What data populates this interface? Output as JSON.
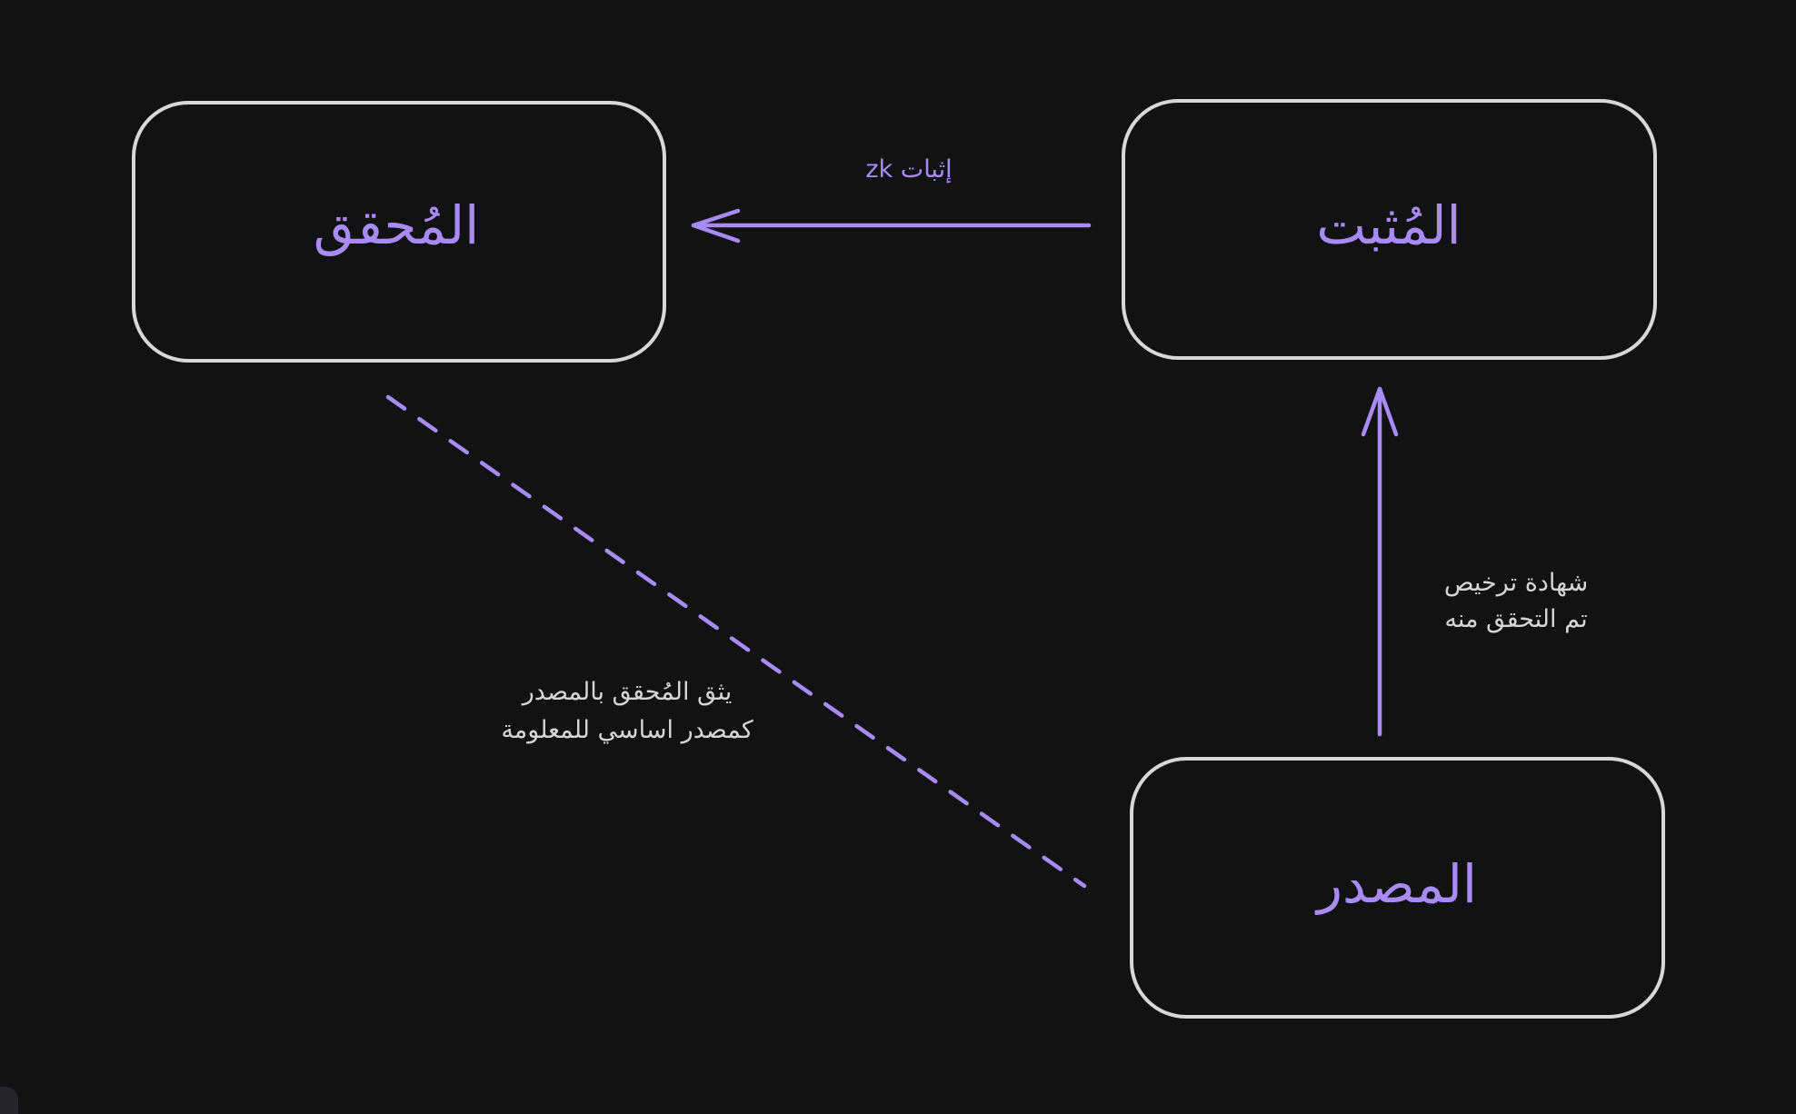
{
  "diagram": {
    "nodes": {
      "verifier": "المُحقق",
      "prover": "المُثبت",
      "issuer": "المصدر"
    },
    "edges": {
      "zk_proof": "إثبات zk",
      "certificate_line1": "شهادة ترخيص",
      "certificate_line2": "تم التحقق منه",
      "trust_line1": "يثق المُحقق بالمصدر",
      "trust_line2": "كمصدر اساسي للمعلومة"
    },
    "colors": {
      "background": "#121212",
      "accent": "#a98bf5",
      "box_stroke": "#d8d8d8",
      "text": "#d6d6d6"
    }
  }
}
